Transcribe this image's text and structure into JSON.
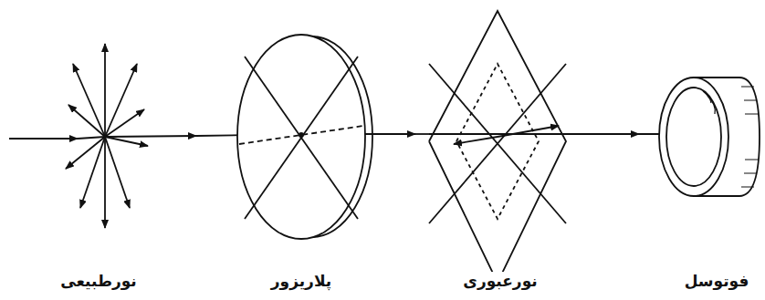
{
  "diagram": {
    "labels": [
      "نورطبیعی",
      "پلاریزور",
      "نورعبوری",
      "فوتوسل"
    ]
  }
}
